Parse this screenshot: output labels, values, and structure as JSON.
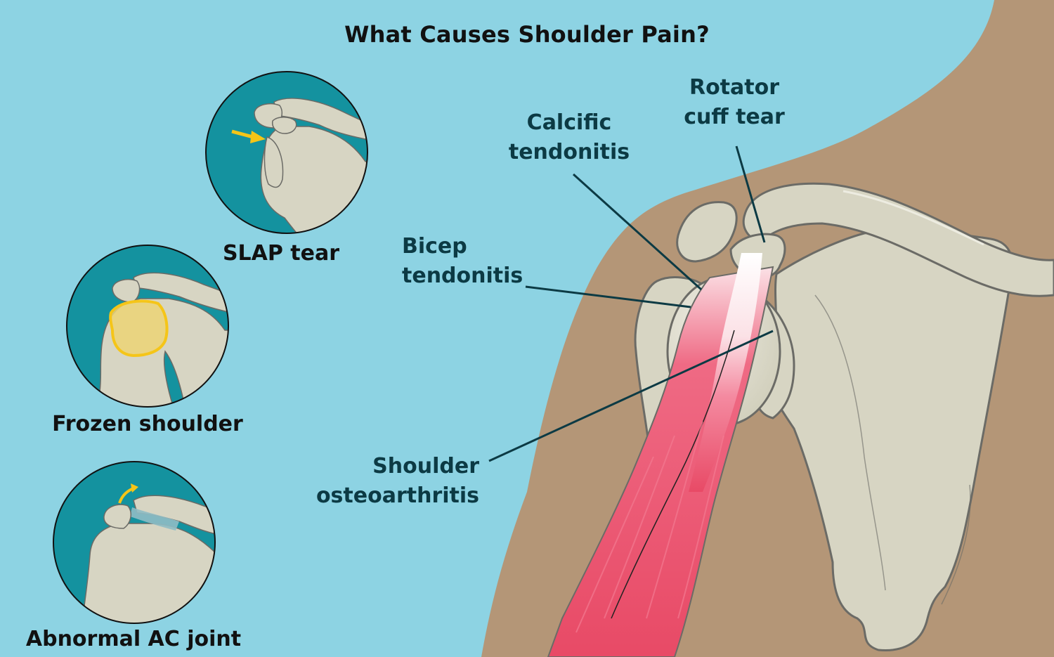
{
  "title": "What Causes Shoulder Pain?",
  "colors": {
    "background": "#8dd3e3",
    "skin": "#b49677",
    "circle_fill": "#14929f",
    "bone": "#d7d5c3",
    "bone_outline": "#6b6b66",
    "muscle": "#e84a66",
    "highlight": "#f5c518",
    "leader_line": "#0c3a44"
  },
  "insets": [
    {
      "id": "slap-tear",
      "label": "SLAP tear",
      "marker": "arrow-icon"
    },
    {
      "id": "frozen-shoulder",
      "label": "Frozen shoulder",
      "marker": "highlight-ring"
    },
    {
      "id": "abnormal-ac-joint",
      "label": "Abnormal AC joint",
      "marker": "curved-arrow-icon"
    }
  ],
  "callouts": [
    {
      "id": "rotator-cuff-tear",
      "lines": [
        "Rotator",
        "cuff tear"
      ]
    },
    {
      "id": "calcific-tendonitis",
      "lines": [
        "Calcific",
        "tendonitis"
      ]
    },
    {
      "id": "bicep-tendonitis",
      "lines": [
        "Bicep",
        "tendonitis"
      ]
    },
    {
      "id": "shoulder-osteoarthritis",
      "lines": [
        "Shoulder",
        "osteoarthritis"
      ]
    }
  ]
}
